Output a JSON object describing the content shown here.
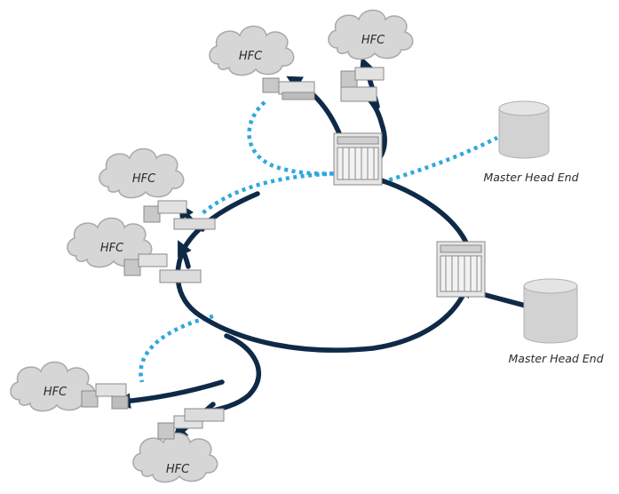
{
  "diagram": {
    "hfc_clouds": [
      {
        "id": "hfc-1",
        "label": "HFC"
      },
      {
        "id": "hfc-2",
        "label": "HFC"
      },
      {
        "id": "hfc-3",
        "label": "HFC"
      },
      {
        "id": "hfc-4",
        "label": "HFC"
      },
      {
        "id": "hfc-5",
        "label": "HFC"
      },
      {
        "id": "hfc-6",
        "label": "HFC"
      }
    ],
    "head_ends": [
      {
        "id": "master-head-end-1",
        "label": "Master Head End"
      },
      {
        "id": "master-head-end-2",
        "label": "Master Head End"
      }
    ],
    "colors": {
      "ring": "#0e2a47",
      "dotted_link": "#2ea8dc",
      "cloud_fill": "#d6d6d6",
      "cloud_stroke": "#a9a9a9",
      "cylinder_fill": "#d2d2d2"
    }
  }
}
